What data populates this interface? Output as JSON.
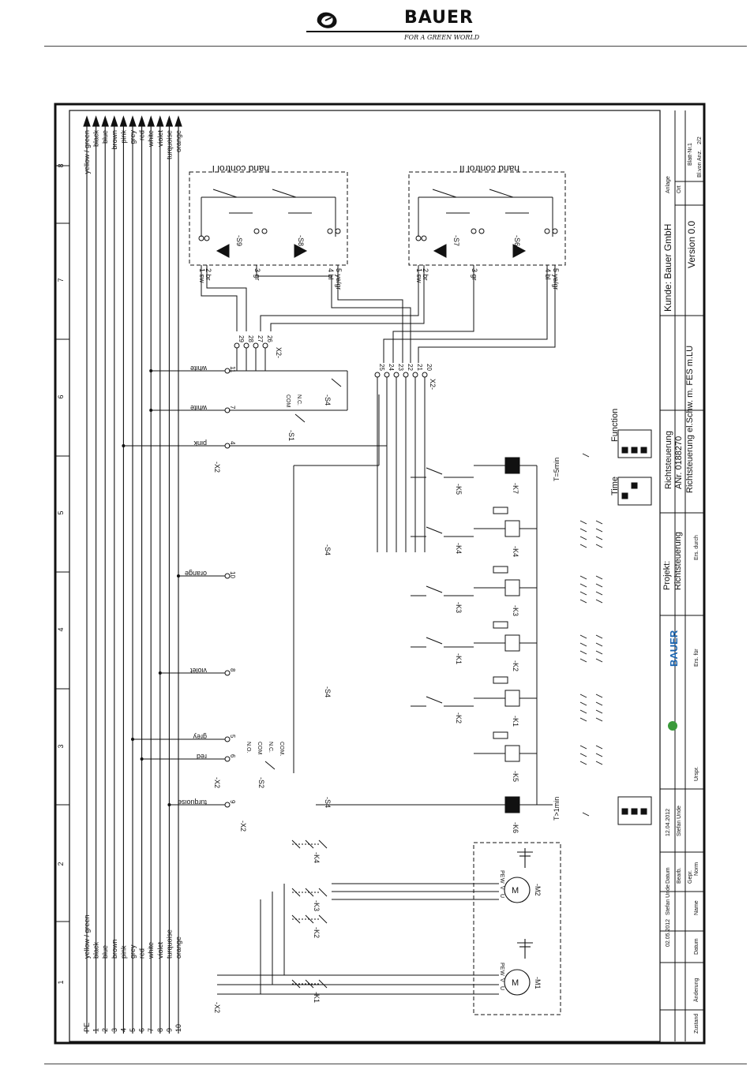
{
  "header": {
    "brand": "BAUER",
    "tagline": "FOR A GREEN WORLD"
  },
  "bus": {
    "wires_top": [
      "yellow / green",
      "black",
      "blue",
      "brown",
      "pink",
      "grey",
      "red",
      "white",
      "violet",
      "turquoise",
      "orange"
    ],
    "wires_bottom": [
      "yellow / green",
      "black",
      "blue",
      "brown",
      "pink",
      "grey",
      "red",
      "white",
      "violet",
      "turquoise",
      "orange"
    ],
    "numbers": [
      "PE",
      "1",
      "2",
      "3",
      "4",
      "5",
      "6",
      "7",
      "8",
      "9",
      "10"
    ]
  },
  "grid": {
    "columns": [
      "8",
      "7",
      "6",
      "5",
      "4",
      "3",
      "2",
      "1"
    ]
  },
  "hand_control_1": {
    "title": "hand control I",
    "switches": [
      "-S9",
      "-S8"
    ],
    "terminals": [
      "1 sw",
      "2 br",
      "3 gr",
      "4 bl",
      "5 ye/gr"
    ]
  },
  "hand_control_2": {
    "title": "hand control II",
    "switches": [
      "-S7",
      "-S6"
    ],
    "terminals": [
      "1 sw",
      "2 br",
      "3 gr",
      "4 bl",
      "5 ye/gr"
    ]
  },
  "terminal_blocks": {
    "x2": "-X2",
    "x2_upper": "X2-",
    "upper_pins": [
      "29",
      "28",
      "27",
      "26"
    ],
    "lower_pins": [
      "25",
      "24",
      "23",
      "22",
      "21",
      "20"
    ],
    "x2_pins": [
      {
        "label": "white",
        "pin": "11"
      },
      {
        "label": "white",
        "pin": "7"
      },
      {
        "label": "pink",
        "pin": "4"
      },
      {
        "label": "orange",
        "pin": "10"
      },
      {
        "label": "violet",
        "pin": "8"
      },
      {
        "label": "grey",
        "pin": "5"
      },
      {
        "label": "red",
        "pin": "6"
      },
      {
        "label": "turquoise",
        "pin": "9"
      }
    ]
  },
  "components": {
    "relays": [
      "-K7",
      "-K4",
      "-K3",
      "-K2",
      "-K1",
      "-K5",
      "-K6"
    ],
    "contacts": [
      "-K5",
      "-K3",
      "-K4",
      "-K1",
      "-K2"
    ],
    "switches": [
      "-S1",
      "-S4",
      "-S2"
    ],
    "timer_top": "T=5min",
    "timer_bottom": "T>1min",
    "s2_labels": [
      "N.O.",
      "COM",
      "N.C.",
      "COM."
    ],
    "s1_labels": [
      "COM",
      "N.C."
    ],
    "function_label": "Function",
    "time_label": "Time"
  },
  "motors": {
    "m1": "-M1",
    "m2": "-M2",
    "phase_labels": [
      "U",
      "V",
      "W",
      "PE"
    ],
    "contactors": [
      "-K1",
      "-K2",
      "-K3",
      "-K4"
    ]
  },
  "title_block": {
    "kunde": "Kunde: Bauer GmbH",
    "version": "Version 0.0",
    "title_1": "Richtsteuerung",
    "title_2": "ANr. 0188270",
    "title_3": "Richtsteuerung el.Schw. m. FES m.LU",
    "projekt_1": "Projekt:",
    "projekt_2": "Richtsteuerung",
    "erst_durch": "Ers. durch",
    "ers_fur": "Ers. für",
    "urspr": "Urspr.",
    "anlage": "Anlage",
    "ort": "Ort",
    "blatt_nr": "Blatt-Nr.",
    "blatt_nr_val": "1",
    "bl_von": "Bl.von Anz.",
    "bl_von_val": "2/2",
    "datum_1": "02.05.2012",
    "name_1": "Stefan Unde",
    "datum_2": "12.04.2012",
    "name_2": "Stefan Unde",
    "col_zustand": "Zustand",
    "col_anderung": "Änderung",
    "col_datum": "Datum",
    "col_name": "Name",
    "col_norm": "Norm",
    "row_datum": "Datum",
    "row_bearb": "Bearb.",
    "row_gepr": "Gepr.",
    "logo_text": "BAUER"
  }
}
